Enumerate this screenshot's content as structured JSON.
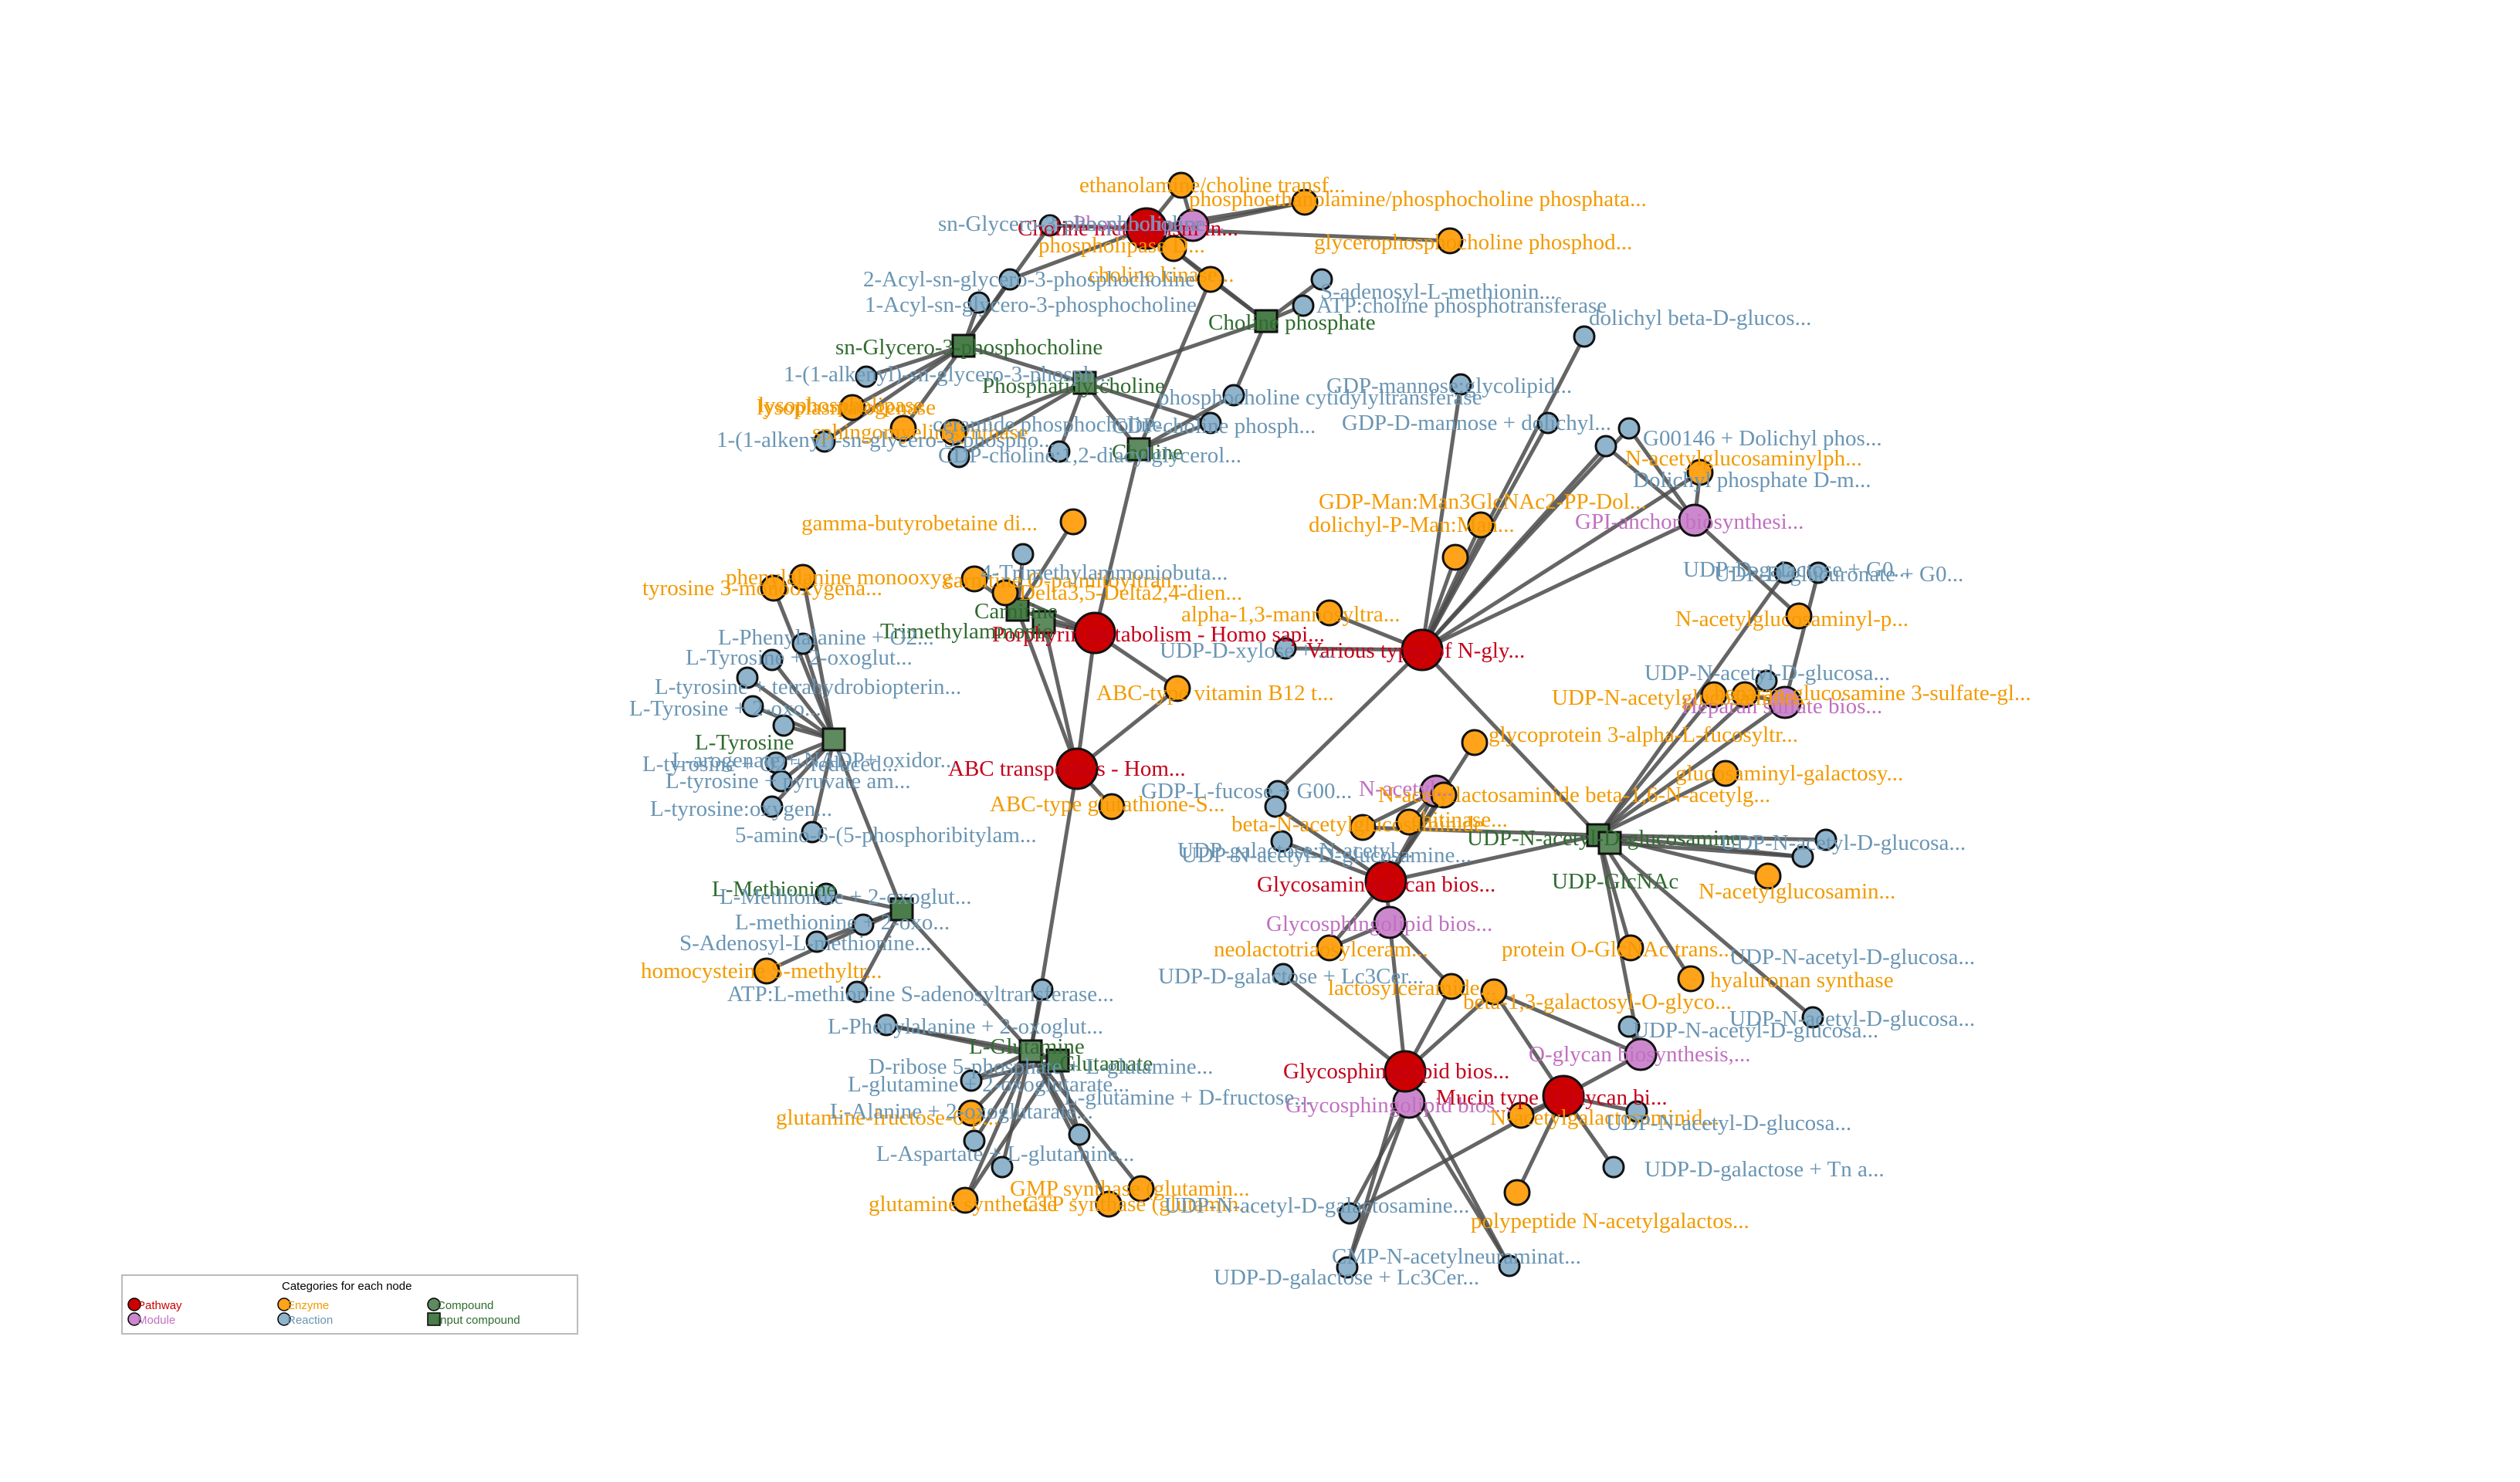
{
  "colors": {
    "pathway": "#cc0000",
    "enzyme": "#ffa31a",
    "compound": "#5f8a5f",
    "module": "#cc88cc",
    "reaction": "#8fb4cc",
    "input_compound": "#4a7d4a",
    "pathway_label": "#c4001a",
    "enzyme_label": "#f29a00",
    "compound_label": "#2f6b2f",
    "module_label": "#c070c0",
    "reaction_label": "#6a95b3",
    "edge": "#4a4a4a"
  },
  "legend": {
    "title": "Categories for each node",
    "items": [
      {
        "label": "Pathway",
        "kind": "pathway"
      },
      {
        "label": "Enzyme",
        "kind": "enzyme"
      },
      {
        "label": "Compound",
        "kind": "compound"
      },
      {
        "label": "Module",
        "kind": "module"
      },
      {
        "label": "Reaction",
        "kind": "reaction"
      },
      {
        "label": "Input compound",
        "kind": "input_compound"
      }
    ]
  },
  "nodes": [
    {
      "id": "choline_met",
      "kind": "pathway",
      "label": "Choline metabolism in..."
    },
    {
      "id": "abc_trans",
      "kind": "pathway",
      "label": "ABC transporters - Hom..."
    },
    {
      "id": "porph",
      "kind": "pathway",
      "label": "Porphyrin metabolism - Homo sapi..."
    },
    {
      "id": "various_ngly",
      "kind": "pathway",
      "label": "Various types of N-gly..."
    },
    {
      "id": "gag_bios",
      "kind": "pathway",
      "label": "Glycosaminoglycan bios..."
    },
    {
      "id": "glyco_lipid",
      "kind": "pathway",
      "label": "Glycosphingolipid bios..."
    },
    {
      "id": "mucin",
      "kind": "pathway",
      "label": "Mucin type O-glycan bi..."
    },
    {
      "id": "phospholipase_mod",
      "kind": "module",
      "label": "Phospholipase ..."
    },
    {
      "id": "gpi_anchor",
      "kind": "module",
      "label": "GPI-anchor biosynthesi..."
    },
    {
      "id": "heparan_mod",
      "kind": "module",
      "label": "Heparan sulfate bios..."
    },
    {
      "id": "glycosphingo_mod",
      "kind": "module",
      "label": "Glycosphingolipid bios..."
    },
    {
      "id": "mucin_mod",
      "kind": "module",
      "label": "O-glycan biosynthesis,..."
    },
    {
      "id": "ketone_mod",
      "kind": "module",
      "label": "Glycosphingolipid bios..."
    },
    {
      "id": "nacetyl_mod",
      "kind": "module",
      "label": "N-acetyl..."
    },
    {
      "id": "sn_glycero",
      "kind": "input_compound",
      "label": "sn-Glycero-3-phosphocholine"
    },
    {
      "id": "choline_p",
      "kind": "input_compound",
      "label": "Choline phosphate"
    },
    {
      "id": "phosphatidyl",
      "kind": "compound",
      "label": "Phosphatidylcholine"
    },
    {
      "id": "choline",
      "kind": "compound",
      "label": "Choline"
    },
    {
      "id": "carnitine",
      "kind": "input_compound",
      "label": "Carnitine"
    },
    {
      "id": "trimethyl",
      "kind": "compound",
      "label": "Trimethylammonio"
    },
    {
      "id": "ltyrosine",
      "kind": "compound",
      "label": "L-Tyrosine"
    },
    {
      "id": "methionine",
      "kind": "input_compound",
      "label": "L-Methionine"
    },
    {
      "id": "lglutamine",
      "kind": "compound",
      "label": "L-Glutamine"
    },
    {
      "id": "lglutamate",
      "kind": "input_compound",
      "label": "L-Glutamate"
    },
    {
      "id": "udp_nacetyl",
      "kind": "input_compound",
      "label": "UDP-N-acetyl-D-glucosamine"
    },
    {
      "id": "udp_glcnac_c",
      "kind": "compound",
      "label": "UDP-GlcNAc"
    },
    {
      "id": "e1",
      "kind": "enzyme",
      "label": "ethanolamine/choline transf..."
    },
    {
      "id": "e2",
      "kind": "enzyme",
      "label": "lysophospholipase"
    },
    {
      "id": "e3",
      "kind": "enzyme",
      "label": "phosphoethanolamine/phosphocholine phosphata..."
    },
    {
      "id": "e4",
      "kind": "enzyme",
      "label": "glycerophosphocholine phosphod..."
    },
    {
      "id": "e5",
      "kind": "enzyme",
      "label": "phospholipase D..."
    },
    {
      "id": "e6",
      "kind": "enzyme",
      "label": "choline kinase..."
    },
    {
      "id": "e7",
      "kind": "enzyme",
      "label": "lysoplasmalogenase"
    },
    {
      "id": "e8",
      "kind": "enzyme",
      "label": "sphingomyelin synthase"
    },
    {
      "id": "e9",
      "kind": "enzyme",
      "label": "gamma-butyrobetaine di..."
    },
    {
      "id": "e10",
      "kind": "enzyme",
      "label": "tyrosine 3-monooxygena..."
    },
    {
      "id": "e11",
      "kind": "enzyme",
      "label": "phenylalanine monooxyg..."
    },
    {
      "id": "e12",
      "kind": "enzyme",
      "label": "carnitine O-palmitoyltran..."
    },
    {
      "id": "e13",
      "kind": "enzyme",
      "label": "Delta3,5-Delta2,4-dien..."
    },
    {
      "id": "e14",
      "kind": "enzyme",
      "label": "ABC-type vitamin B12 t..."
    },
    {
      "id": "e15",
      "kind": "enzyme",
      "label": "ABC-type glutathione-S..."
    },
    {
      "id": "e16",
      "kind": "enzyme",
      "label": "homocysteine S-methyltr..."
    },
    {
      "id": "e17",
      "kind": "enzyme",
      "label": "glutamine-fructose-6-p..."
    },
    {
      "id": "e18",
      "kind": "enzyme",
      "label": "glutamine synthetase"
    },
    {
      "id": "e19",
      "kind": "enzyme",
      "label": "CTP synthase (glutamin..."
    },
    {
      "id": "e20",
      "kind": "enzyme",
      "label": "GMP synthase (glutamin..."
    },
    {
      "id": "e21",
      "kind": "enzyme",
      "label": "alpha-1,3-mannosyltra..."
    },
    {
      "id": "e22",
      "kind": "enzyme",
      "label": "GDP-Man:Man3GlcNAc2-PP-Dol..."
    },
    {
      "id": "e23",
      "kind": "enzyme",
      "label": "dolichyl-P-Man:Man..."
    },
    {
      "id": "e24",
      "kind": "enzyme",
      "label": "N-acetylglucosaminylph..."
    },
    {
      "id": "e25",
      "kind": "enzyme",
      "label": "N-acetylglucosaminyl-p..."
    },
    {
      "id": "e26",
      "kind": "enzyme",
      "label": "UDP-N-acetylglucosamine..."
    },
    {
      "id": "e27",
      "kind": "enzyme",
      "label": "beta-N-acetylglucosaminide"
    },
    {
      "id": "e28",
      "kind": "enzyme",
      "label": "neolactotriaosylceram..."
    },
    {
      "id": "e29",
      "kind": "enzyme",
      "label": "protein O-GlcNAc trans..."
    },
    {
      "id": "e30",
      "kind": "enzyme",
      "label": "lactosylceramide..."
    },
    {
      "id": "e31",
      "kind": "enzyme",
      "label": "beta-1,3-galactosyl-O-glyco..."
    },
    {
      "id": "e32",
      "kind": "enzyme",
      "label": "N-acetylgalactosaminid..."
    },
    {
      "id": "e33",
      "kind": "enzyme",
      "label": "polypeptide N-acetylgalactos..."
    },
    {
      "id": "e34",
      "kind": "enzyme",
      "label": "heparan-glucosamine 3-sulfate-gl..."
    },
    {
      "id": "e35",
      "kind": "enzyme",
      "label": "glycoprotein 3-alpha-L-fucosyltr..."
    },
    {
      "id": "e36",
      "kind": "enzyme",
      "label": "N-acetyllactosaminide beta-1,6-N-acetylg..."
    },
    {
      "id": "e37",
      "kind": "enzyme",
      "label": "glucosaminyl-galactosy..."
    },
    {
      "id": "e38",
      "kind": "enzyme",
      "label": "N-acetylglucosamin..."
    },
    {
      "id": "e39",
      "kind": "enzyme",
      "label": "hyaluronan synthase"
    },
    {
      "id": "e40",
      "kind": "enzyme",
      "label": "chitinase..."
    },
    {
      "id": "r1",
      "kind": "reaction",
      "label": "sn-Glycero-3-phosphocholine"
    },
    {
      "id": "r2",
      "kind": "reaction",
      "label": "2-Acyl-sn-glycero-3-phosphocholine"
    },
    {
      "id": "r3",
      "kind": "reaction",
      "label": "1-Acyl-sn-glycero-3-phosphocholine"
    },
    {
      "id": "r4",
      "kind": "reaction",
      "label": "1-(1-alkenyl)-sn-glycero-3-phosph..."
    },
    {
      "id": "r5",
      "kind": "reaction",
      "label": "1-(1-alkenyl)-sn-glycero-3-phospho..."
    },
    {
      "id": "r6",
      "kind": "reaction",
      "label": "ceramide phosphocholine..."
    },
    {
      "id": "r7",
      "kind": "reaction",
      "label": "CDP-choline:1,2-diacylglycerol..."
    },
    {
      "id": "r8",
      "kind": "reaction",
      "label": "ATP:choline phosphotransferase"
    },
    {
      "id": "r9",
      "kind": "reaction",
      "label": "S-adenosyl-L-methionin..."
    },
    {
      "id": "r10",
      "kind": "reaction",
      "label": "phosphocholine cytidylyltransferase"
    },
    {
      "id": "r11",
      "kind": "reaction",
      "label": "CDP-choline phosph..."
    },
    {
      "id": "r12",
      "kind": "reaction",
      "label": "4-Trimethylammoniobuta..."
    },
    {
      "id": "r13",
      "kind": "reaction",
      "label": "L-Phenylalanine + O2..."
    },
    {
      "id": "r14",
      "kind": "reaction",
      "label": "L-Tyrosine + 2-oxoglut..."
    },
    {
      "id": "r15",
      "kind": "reaction",
      "label": "L-tyrosine + tetrahydrobiopterin..."
    },
    {
      "id": "r16",
      "kind": "reaction",
      "label": "L-Tyrosine + 2-oxo..."
    },
    {
      "id": "r17",
      "kind": "reaction",
      "label": "L-tyrosine + O2 + reduced..."
    },
    {
      "id": "r18",
      "kind": "reaction",
      "label": "L-arogenate + NADP+ oxidor..."
    },
    {
      "id": "r19",
      "kind": "reaction",
      "label": "L-tyrosine + pyruvate am..."
    },
    {
      "id": "r20",
      "kind": "reaction",
      "label": "L-tyrosine:oxygen..."
    },
    {
      "id": "r21",
      "kind": "reaction",
      "label": "5-amino-6-(5-phosphoribitylam..."
    },
    {
      "id": "r22",
      "kind": "reaction",
      "label": "L-Methionine + 2-oxoglut..."
    },
    {
      "id": "r23",
      "kind": "reaction",
      "label": "S-Adenosyl-L-methionine..."
    },
    {
      "id": "r24",
      "kind": "reaction",
      "label": "ATP:L-methionine S-adenosyltransferase..."
    },
    {
      "id": "r25",
      "kind": "reaction",
      "label": "L-methionine + 2-oxo..."
    },
    {
      "id": "r26",
      "kind": "reaction",
      "label": "D-ribose 5-phosphate + L-glutamine..."
    },
    {
      "id": "r27",
      "kind": "reaction",
      "label": "L-glutamine + 2-oxoglutarate..."
    },
    {
      "id": "r28",
      "kind": "reaction",
      "label": "L-Alanine + 2-oxoglutarate..."
    },
    {
      "id": "r29",
      "kind": "reaction",
      "label": "L-Aspartate + L-glutamine..."
    },
    {
      "id": "r30",
      "kind": "reaction",
      "label": "L-glutamine + D-fructose..."
    },
    {
      "id": "r31",
      "kind": "reaction",
      "label": "L-Phenylalanine + 2-oxoglut..."
    },
    {
      "id": "r32",
      "kind": "reaction",
      "label": "UDP-D-galactose + Lc3Cer..."
    },
    {
      "id": "r33",
      "kind": "reaction",
      "label": "UDP-D-galactose + Tn a..."
    },
    {
      "id": "r34",
      "kind": "reaction",
      "label": "CMP-N-acetylneuraminat..."
    },
    {
      "id": "r35",
      "kind": "reaction",
      "label": "UDP-N-acetyl-D-galactosamine..."
    },
    {
      "id": "r36",
      "kind": "reaction",
      "label": "dolichyl beta-D-glucos..."
    },
    {
      "id": "r37",
      "kind": "reaction",
      "label": "GDP-mannose:glycolipid..."
    },
    {
      "id": "r38",
      "kind": "reaction",
      "label": "GDP-D-mannose + dolichyl..."
    },
    {
      "id": "r39",
      "kind": "reaction",
      "label": "Dolichyl phosphate D-m..."
    },
    {
      "id": "r40",
      "kind": "reaction",
      "label": "G00146 + Dolichyl phos..."
    },
    {
      "id": "r41",
      "kind": "reaction",
      "label": "UDP-D-galactose + G0..."
    },
    {
      "id": "r42",
      "kind": "reaction",
      "label": "UDP-N-acetyl-D-glucosamine..."
    },
    {
      "id": "r43",
      "kind": "reaction",
      "label": "UDP-D-xylose + ..."
    },
    {
      "id": "r44",
      "kind": "reaction",
      "label": "GDP-L-fucose + G00..."
    },
    {
      "id": "r45",
      "kind": "reaction",
      "label": "UDP-D-glucuronate + G0..."
    },
    {
      "id": "r46",
      "kind": "reaction",
      "label": "UDP-N-acetyl-D-glucosa..."
    },
    {
      "id": "r47",
      "kind": "reaction",
      "label": "UDP-galactose:N-acetyl..."
    },
    {
      "id": "r48",
      "kind": "reaction",
      "label": "UDP-N-acetyl-D-glucosa..."
    },
    {
      "id": "r49",
      "kind": "reaction",
      "label": "UDP-N-acetyl-D-glucosa..."
    },
    {
      "id": "r50",
      "kind": "reaction",
      "label": "UDP-N-acetyl-D-glucosa..."
    },
    {
      "id": "r51",
      "kind": "reaction",
      "label": "UDP-D-galactose + Lc3Cer..."
    },
    {
      "id": "r52",
      "kind": "reaction",
      "label": "UDP-N-acetyl-D-glucosa..."
    },
    {
      "id": "r53",
      "kind": "reaction",
      "label": "UDP-N-acetyl-D-glucosa..."
    }
  ],
  "edges": [
    [
      "choline_met",
      "e1"
    ],
    [
      "choline_met",
      "e3"
    ],
    [
      "choline_met",
      "e4"
    ],
    [
      "choline_met",
      "e5"
    ],
    [
      "choline_met",
      "e6"
    ],
    [
      "choline_met",
      "phospholipase_mod"
    ],
    [
      "choline_met",
      "r1"
    ],
    [
      "choline_met",
      "r2"
    ],
    [
      "phospholipase_mod",
      "e1"
    ],
    [
      "phospholipase_mod",
      "e3"
    ],
    [
      "phospholipase_mod",
      "e5"
    ],
    [
      "sn_glycero",
      "r1"
    ],
    [
      "sn_glycero",
      "r2"
    ],
    [
      "sn_glycero",
      "r3"
    ],
    [
      "sn_glycero",
      "r4"
    ],
    [
      "sn_glycero",
      "r5"
    ],
    [
      "sn_glycero",
      "e2"
    ],
    [
      "sn_glycero",
      "e7"
    ],
    [
      "sn_glycero",
      "phosphatidyl"
    ],
    [
      "choline_p",
      "e6"
    ],
    [
      "choline_p",
      "r8"
    ],
    [
      "choline_p",
      "r9"
    ],
    [
      "choline_p",
      "r10"
    ],
    [
      "choline_p",
      "phosphatidyl"
    ],
    [
      "choline_p",
      "choline_met"
    ],
    [
      "phosphatidyl",
      "r6"
    ],
    [
      "phosphatidyl",
      "r7"
    ],
    [
      "phosphatidyl",
      "e8"
    ],
    [
      "phosphatidyl",
      "choline"
    ],
    [
      "phosphatidyl",
      "r11"
    ],
    [
      "choline",
      "r11"
    ],
    [
      "choline",
      "porph"
    ],
    [
      "choline",
      "r10"
    ],
    [
      "choline",
      "e6"
    ],
    [
      "porph",
      "carnitine"
    ],
    [
      "porph",
      "trimethyl"
    ],
    [
      "porph",
      "e13"
    ],
    [
      "porph",
      "e14"
    ],
    [
      "porph",
      "abc_trans"
    ],
    [
      "carnitine",
      "e9"
    ],
    [
      "carnitine",
      "e12"
    ],
    [
      "carnitine",
      "r12"
    ],
    [
      "carnitine",
      "abc_trans"
    ],
    [
      "abc_trans",
      "e14"
    ],
    [
      "abc_trans",
      "e15"
    ],
    [
      "abc_trans",
      "lglutamine"
    ],
    [
      "abc_trans",
      "trimethyl"
    ],
    [
      "ltyrosine",
      "e10"
    ],
    [
      "ltyrosine",
      "e11"
    ],
    [
      "ltyrosine",
      "r13"
    ],
    [
      "ltyrosine",
      "r14"
    ],
    [
      "ltyrosine",
      "r15"
    ],
    [
      "ltyrosine",
      "r16"
    ],
    [
      "ltyrosine",
      "r17"
    ],
    [
      "ltyrosine",
      "r18"
    ],
    [
      "ltyrosine",
      "r19"
    ],
    [
      "ltyrosine",
      "r20"
    ],
    [
      "ltyrosine",
      "r21"
    ],
    [
      "ltyrosine",
      "methionine"
    ],
    [
      "methionine",
      "e16"
    ],
    [
      "methionine",
      "r22"
    ],
    [
      "methionine",
      "r23"
    ],
    [
      "methionine",
      "r24"
    ],
    [
      "methionine",
      "r25"
    ],
    [
      "methionine",
      "lglutamine"
    ],
    [
      "lglutamine",
      "e17"
    ],
    [
      "lglutamine",
      "e18"
    ],
    [
      "lglutamine",
      "e19"
    ],
    [
      "lglutamine",
      "e20"
    ],
    [
      "lglutamine",
      "r26"
    ],
    [
      "lglutamine",
      "r27"
    ],
    [
      "lglutamine",
      "r28"
    ],
    [
      "lglutamine",
      "r29"
    ],
    [
      "lglutamine",
      "r30"
    ],
    [
      "lglutamine",
      "r31"
    ],
    [
      "lglutamine",
      "lglutamate"
    ],
    [
      "lglutamate",
      "r26"
    ],
    [
      "lglutamate",
      "r27"
    ],
    [
      "lglutamate",
      "r30"
    ],
    [
      "lglutamate",
      "e18"
    ],
    [
      "various_ngly",
      "e21"
    ],
    [
      "various_ngly",
      "e22"
    ],
    [
      "various_ngly",
      "e23"
    ],
    [
      "various_ngly",
      "e24"
    ],
    [
      "various_ngly",
      "r36"
    ],
    [
      "various_ngly",
      "r37"
    ],
    [
      "various_ngly",
      "r38"
    ],
    [
      "various_ngly",
      "r39"
    ],
    [
      "various_ngly",
      "r40"
    ],
    [
      "various_ngly",
      "r43"
    ],
    [
      "various_ngly",
      "r44"
    ],
    [
      "various_ngly",
      "gpi_anchor"
    ],
    [
      "various_ngly",
      "udp_nacetyl"
    ],
    [
      "gpi_anchor",
      "e24"
    ],
    [
      "gpi_anchor",
      "e25"
    ],
    [
      "gpi_anchor",
      "r39"
    ],
    [
      "gpi_anchor",
      "r40"
    ],
    [
      "udp_nacetyl",
      "e26"
    ],
    [
      "udp_nacetyl",
      "e27"
    ],
    [
      "udp_nacetyl",
      "e29"
    ],
    [
      "udp_nacetyl",
      "e37"
    ],
    [
      "udp_nacetyl",
      "e38"
    ],
    [
      "udp_nacetyl",
      "e39"
    ],
    [
      "udp_nacetyl",
      "r45"
    ],
    [
      "udp_nacetyl",
      "r46"
    ],
    [
      "udp_nacetyl",
      "r48"
    ],
    [
      "udp_nacetyl",
      "r49"
    ],
    [
      "udp_nacetyl",
      "r50"
    ],
    [
      "udp_nacetyl",
      "heparan_mod"
    ],
    [
      "udp_nacetyl",
      "gag_bios"
    ],
    [
      "udp_nacetyl",
      "mucin_mod"
    ],
    [
      "heparan_mod",
      "e34"
    ],
    [
      "heparan_mod",
      "r41"
    ],
    [
      "gag_bios",
      "e35"
    ],
    [
      "gag_bios",
      "e36"
    ],
    [
      "gag_bios",
      "r47"
    ],
    [
      "gag_bios",
      "r42"
    ],
    [
      "gag_bios",
      "glycosphingo_mod"
    ],
    [
      "gag_bios",
      "e28"
    ],
    [
      "gag_bios",
      "nacetyl_mod"
    ],
    [
      "glycosphingo_mod",
      "e28"
    ],
    [
      "glycosphingo_mod",
      "e30"
    ],
    [
      "glycosphingo_mod",
      "glyco_lipid"
    ],
    [
      "glyco_lipid",
      "ketone_mod"
    ],
    [
      "glyco_lipid",
      "r32"
    ],
    [
      "glyco_lipid",
      "r34"
    ],
    [
      "glyco_lipid",
      "r35"
    ],
    [
      "glyco_lipid",
      "e30"
    ],
    [
      "glyco_lipid",
      "e31"
    ],
    [
      "mucin",
      "mucin_mod"
    ],
    [
      "mucin",
      "e32"
    ],
    [
      "mucin",
      "e33"
    ],
    [
      "mucin",
      "r33"
    ],
    [
      "mucin",
      "r51"
    ],
    [
      "mucin",
      "r52"
    ],
    [
      "mucin",
      "e31"
    ],
    [
      "mucin_mod",
      "r53"
    ],
    [
      "mucin_mod",
      "e31"
    ],
    [
      "ketone_mod",
      "r34"
    ],
    [
      "ketone_mod",
      "r35"
    ],
    [
      "ketone_mod",
      "r51"
    ],
    [
      "nacetyl_mod",
      "e27"
    ],
    [
      "nacetyl_mod",
      "e40"
    ],
    [
      "udp_glcnac_c",
      "udp_nacetyl"
    ],
    [
      "udp_glcnac_c",
      "r49"
    ]
  ]
}
